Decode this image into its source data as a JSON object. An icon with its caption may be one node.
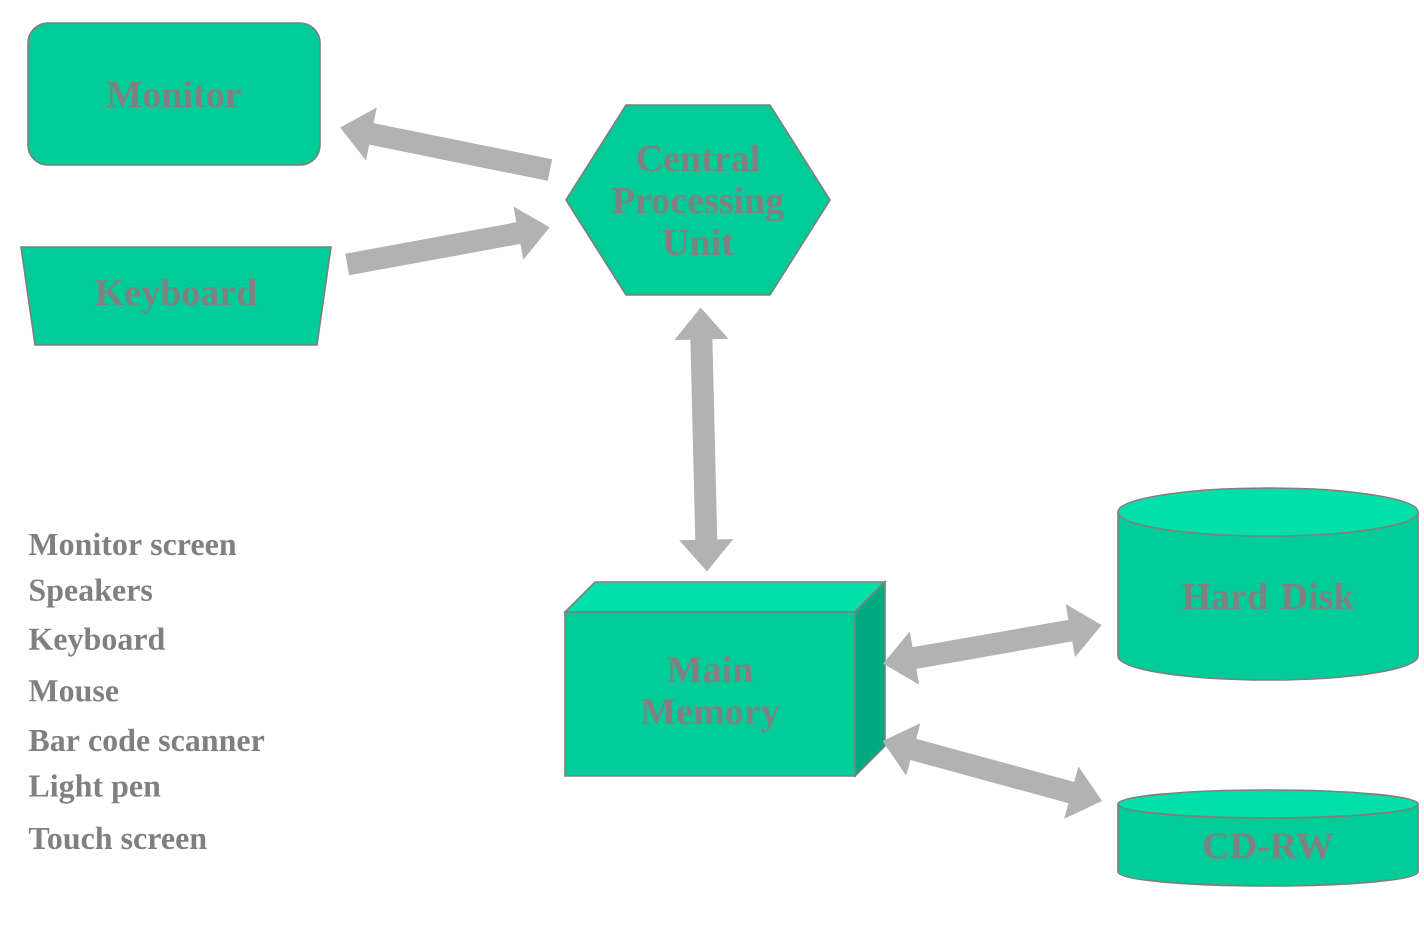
{
  "diagram": {
    "nodes": [
      {
        "text": [
          "Monitor"
        ]
      },
      {
        "text": [
          "Keyboard"
        ]
      },
      {
        "text": [
          "Central Processing Unit"
        ]
      },
      {
        "text": [
          "Main Memory"
        ]
      },
      {
        "text": [
          "Hard Disk"
        ]
      },
      {
        "text": [
          "CD-RW"
        ]
      }
    ],
    "edges": [
      {
        "from": 2,
        "to": 0,
        "arrow": "to"
      },
      {
        "from": 1,
        "to": 2,
        "arrow": "to"
      },
      {
        "from": 2,
        "to": 3,
        "arrow": "both"
      },
      {
        "from": 3,
        "to": 4,
        "arrow": "both"
      },
      {
        "from": 3,
        "to": 5,
        "arrow": "both"
      }
    ],
    "labels": [
      "Monitor screen",
      "Speakers",
      "Keyboard",
      "Mouse",
      "Bar code scanner",
      "Light pen",
      "Touch screen"
    ]
  }
}
